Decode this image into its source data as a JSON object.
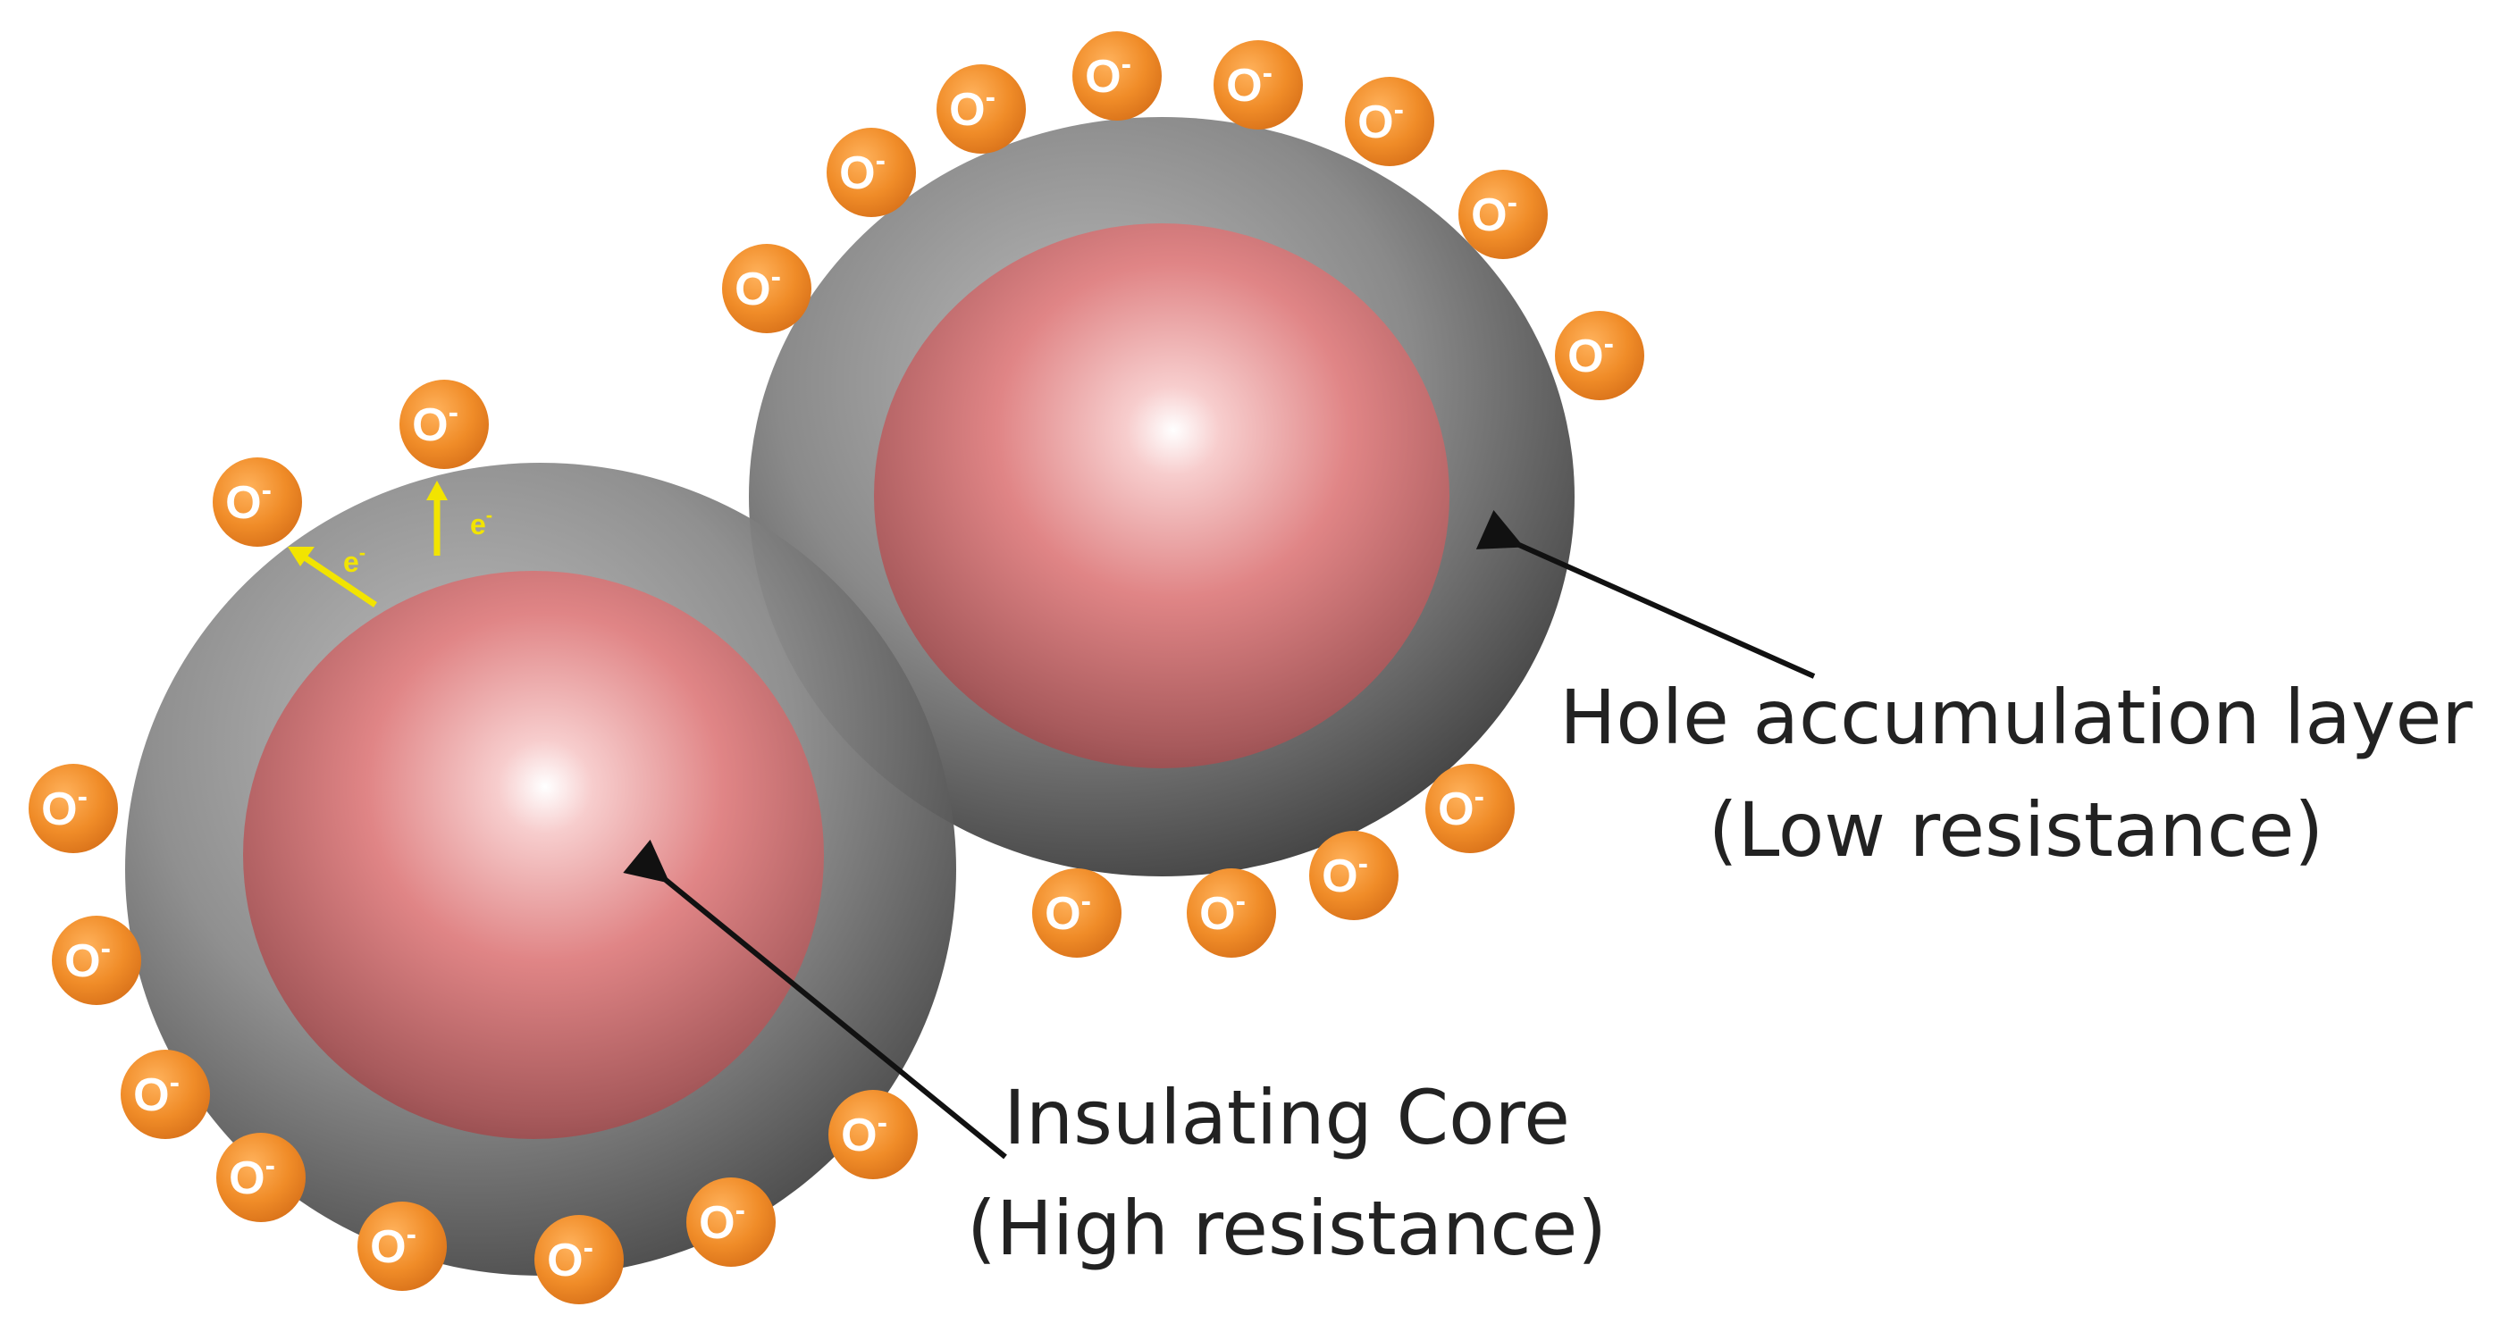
{
  "labels": {
    "shell_line1": "Hole accumulation layer",
    "shell_line2": "(Low resistance)",
    "core_line1": "Insulating Core",
    "core_line2": "(High resistance)"
  },
  "ion": {
    "base": "O",
    "charge": "-"
  },
  "electron": {
    "base": "e",
    "charge": "-"
  },
  "colors": {
    "ion_fill": "#f08c28",
    "ion_text": "#ffffff",
    "core": "#e08586",
    "shell": "#8a8a8a",
    "electron_arrow": "#f2e400",
    "pointer_arrow": "#111111"
  }
}
